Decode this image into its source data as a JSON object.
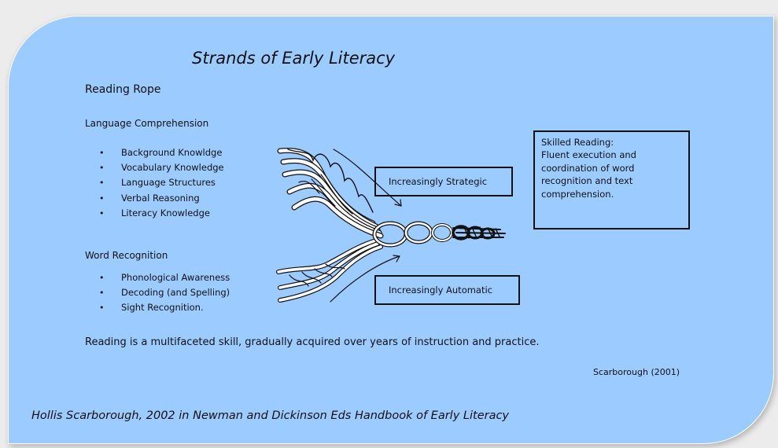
{
  "title": "Strands of Early Literacy",
  "subtitle": "Reading Rope",
  "language_comprehension": {
    "heading": "Language Comprehension",
    "items": [
      "Background Knowldge",
      "Vocabulary Knowledge",
      "Language Structures",
      "Verbal Reasoning",
      "Literacy Knowledge"
    ]
  },
  "word_recognition": {
    "heading": "Word Recognition",
    "items": [
      "Phonological Awareness",
      "Decoding (and Spelling)",
      "Sight Recognition."
    ]
  },
  "bullet_char": "•",
  "labels": {
    "strategic": "Increasingly Strategic",
    "automatic": "Increasingly Automatic"
  },
  "skilled_reading": "Skilled Reading:\n Fluent execution and\ncoordination of word\nrecognition and text\ncomprehension.",
  "caption": "Reading is a multifaceted skill, gradually acquired over years of instruction and practice.",
  "credit": "Scarborough (2001)",
  "citation": "Hollis Scarborough, 2002 in Newman and Dickinson Eds Handbook of Early Literacy",
  "colors": {
    "panel": "#9ccbff",
    "ink": "#111111"
  }
}
